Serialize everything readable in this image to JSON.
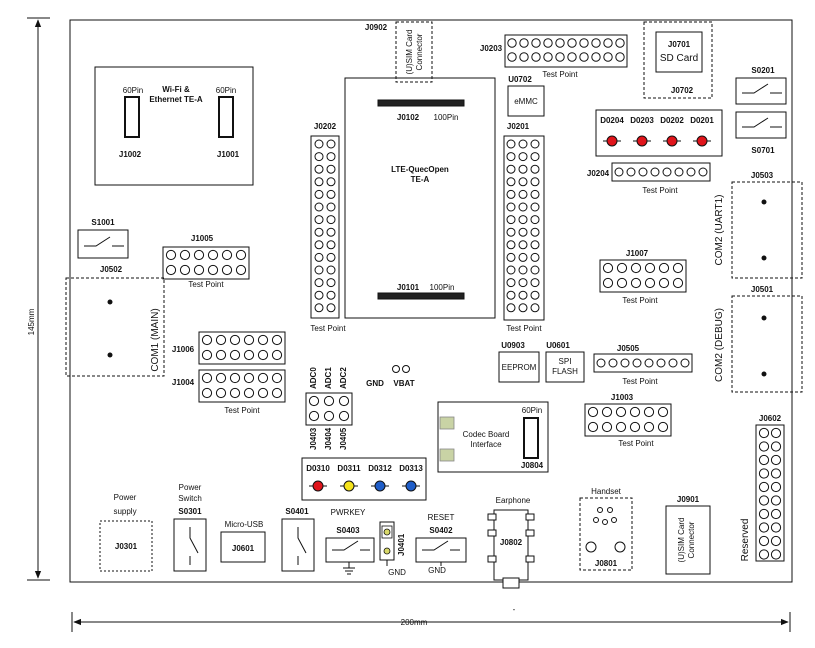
{
  "dimensions": {
    "height": "145mm",
    "width": "200mm",
    "width_tail": "-"
  },
  "wifi": {
    "title_line1": "Wi-Fi &",
    "title_line2": "Ethernet TE-A",
    "pin_left": "60Pin",
    "pin_right": "60Pin",
    "ref_left": "J1002",
    "ref_right": "J1001"
  },
  "module": {
    "title_line1": "LTE-QuecOpen",
    "title_line2": "TE-A",
    "top_ref": "J0102",
    "top_pin": "100Pin",
    "bottom_ref": "J0101",
    "bottom_pin": "100Pin"
  },
  "sim_top": {
    "ref": "J0902",
    "line1": "(U)SIM Card",
    "line2": "Connector"
  },
  "sim_bottom": {
    "ref": "J0901",
    "line1": "(U)SIM Card",
    "line2": "Connector"
  },
  "j0203": {
    "ref": "J0203",
    "caption": "Test Point"
  },
  "emmc": {
    "ref": "U0702",
    "label": "eMMC"
  },
  "sdcard": {
    "ref": "J0701",
    "label": "SD Card",
    "bottom_ref": "J0702"
  },
  "s0201": {
    "ref": "S0201"
  },
  "s0701": {
    "ref": "S0701"
  },
  "leds_top": {
    "labels": [
      "D0204",
      "D0203",
      "D0202",
      "D0201"
    ],
    "colors": [
      "red",
      "red",
      "red",
      "red"
    ]
  },
  "j0204": {
    "ref": "J0204",
    "caption": "Test Point"
  },
  "j0202": {
    "ref": "J0202",
    "caption": "Test Point"
  },
  "j0201": {
    "ref": "J0201",
    "caption": "Test Point"
  },
  "s1001": {
    "ref": "S1001"
  },
  "j1005": {
    "ref": "J1005",
    "caption": "Test Point"
  },
  "j0502": {
    "ref": "J0502",
    "vertical_label": "COM1 (MAIN)"
  },
  "j1006": {
    "ref": "J1006"
  },
  "j1004": {
    "ref": "J1004",
    "caption": "Test Point"
  },
  "adc": {
    "labels": [
      "ADC0",
      "ADC1",
      "ADC2"
    ],
    "refs": [
      "J0403",
      "J0404",
      "J0405"
    ]
  },
  "gnd_vbat": {
    "label_gnd": "GND",
    "label_vbat": "VBAT"
  },
  "eeprom": {
    "ref": "U0903",
    "label": "EEPROM"
  },
  "spiflash": {
    "ref": "U0601",
    "line1": "SPI",
    "line2": "FLASH"
  },
  "j0505": {
    "ref": "J0505",
    "caption": "Test Point"
  },
  "j1007": {
    "ref": "J1007",
    "caption": "Test Point"
  },
  "j0503": {
    "ref": "J0503",
    "vertical_label": "COM2 (UART1)"
  },
  "j0501": {
    "ref": "J0501",
    "vertical_label": "COM2 (DEBUG)"
  },
  "j1003": {
    "ref": "J1003",
    "caption": "Test Point"
  },
  "codec": {
    "line1": "Codec Board",
    "line2": "Interface",
    "pin": "60Pin",
    "ref": "J0804"
  },
  "leds_bottom": {
    "labels": [
      "D0310",
      "D0311",
      "D0312",
      "D0313"
    ],
    "colors": [
      "red",
      "yellow",
      "blue",
      "blue"
    ]
  },
  "j0602": {
    "ref": "J0602",
    "vertical_label": "Reserved"
  },
  "power_supply": {
    "line1": "Power",
    "line2": "supply",
    "ref": "J0301"
  },
  "power_switch": {
    "line1": "Power",
    "line2": "Switch",
    "ref": "S0301"
  },
  "micro_usb": {
    "label": "Micro-USB",
    "ref": "J0601"
  },
  "s0401": {
    "ref": "S0401"
  },
  "pwrkey": {
    "label": "PWRKEY",
    "switch_ref": "S0403",
    "jumper_ref": "J0401",
    "gnd": "GND"
  },
  "reset": {
    "label": "RESET",
    "switch_ref": "S0402",
    "gnd": "GND"
  },
  "earphone": {
    "label": "Earphone",
    "ref": "J0802"
  },
  "handset": {
    "label": "Handset",
    "ref": "J0801"
  }
}
